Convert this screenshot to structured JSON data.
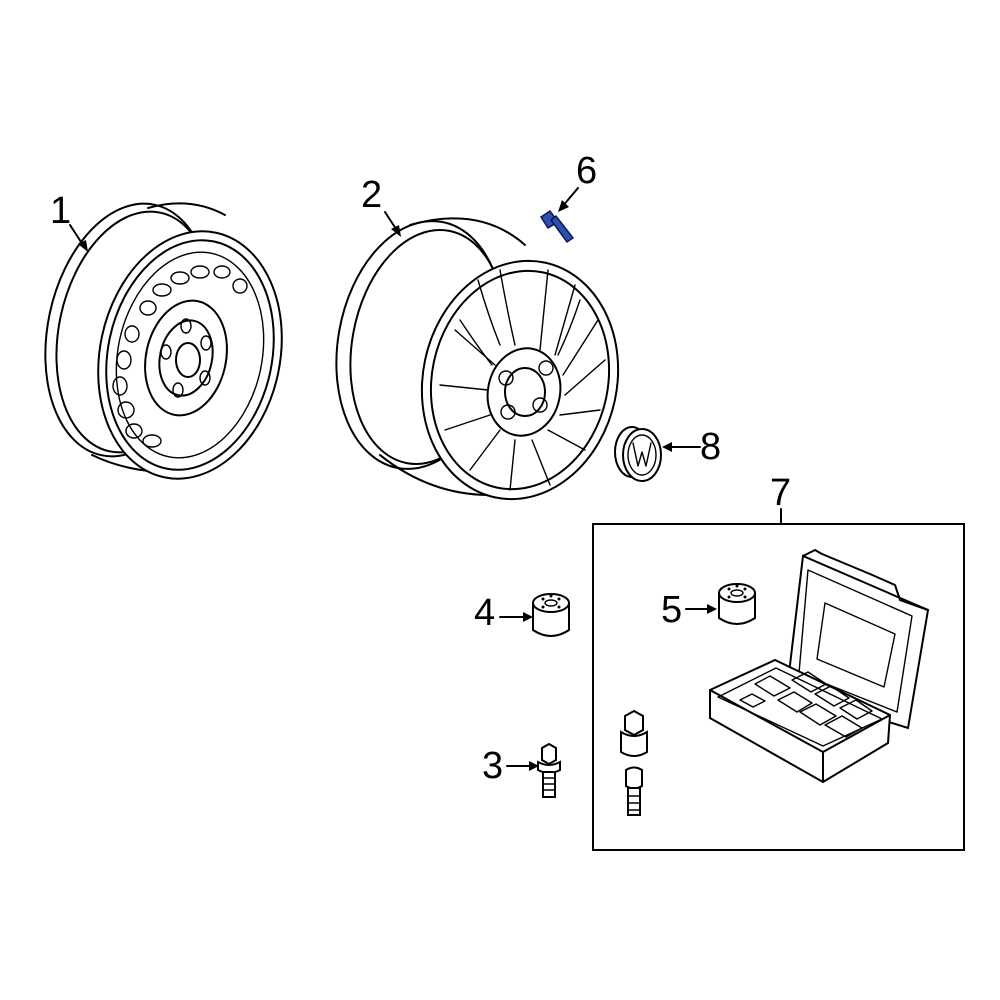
{
  "callouts": [
    {
      "id": "1",
      "label": "1",
      "part": "steel-wheel"
    },
    {
      "id": "2",
      "label": "2",
      "part": "alloy-wheel"
    },
    {
      "id": "3",
      "label": "3",
      "part": "wheel-bolt"
    },
    {
      "id": "4",
      "label": "4",
      "part": "lock-adapter"
    },
    {
      "id": "5",
      "label": "5",
      "part": "lock-adapter-kit"
    },
    {
      "id": "6",
      "label": "6",
      "part": "valve-stem"
    },
    {
      "id": "7",
      "label": "7",
      "part": "wheel-lock-kit"
    },
    {
      "id": "8",
      "label": "8",
      "part": "center-cap"
    }
  ],
  "colors": {
    "line": "#000000",
    "highlight": "#2e4fb0",
    "background": "#ffffff"
  }
}
